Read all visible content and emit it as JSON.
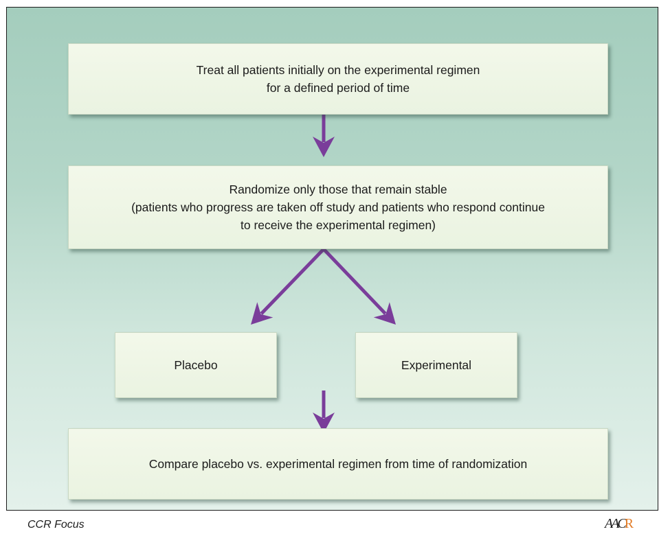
{
  "colors": {
    "arrow": "#7a3d9a",
    "background_top": "#a4cdbd",
    "background_bottom": "#e4f1eb",
    "box_fill": "#eef5e5",
    "logo_accent": "#e27b25"
  },
  "flowchart": {
    "step1": {
      "line1": "Treat all patients initially on the experimental regimen",
      "line2": "for a defined period of time"
    },
    "step2": {
      "line1": "Randomize only those that remain stable",
      "line2": "(patients who progress are taken off study and patients who respond continue",
      "line3": "to receive the experimental regimen)"
    },
    "arm_placebo": "Placebo",
    "arm_experimental": "Experimental",
    "step3": "Compare placebo vs. experimental regimen from time of randomization"
  },
  "footer": {
    "journal": "CCR Focus",
    "logo_text": "AACR",
    "logo_main": "AAC",
    "logo_accent": "R"
  }
}
